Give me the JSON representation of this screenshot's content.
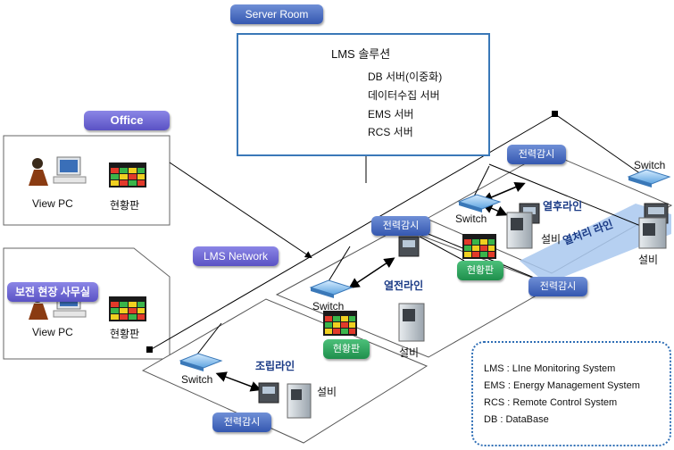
{
  "server_room": {
    "title": "Server Room",
    "solution_title": "LMS 솔루션",
    "servers": [
      "DB 서버(이중화)",
      "데이터수집 서버",
      "EMS 서버",
      "RCS 서버"
    ]
  },
  "office": {
    "title": "Office",
    "view_pc": "View PC",
    "status_board": "현황판"
  },
  "site_office": {
    "title": "보전 현장 사무실",
    "view_pc": "View PC",
    "status_board": "현황판"
  },
  "network": {
    "title": "LMS Network"
  },
  "lines": {
    "assembly": {
      "name": "조립라인",
      "switch": "Switch",
      "equipment": "설비",
      "power_monitor": "전력감시"
    },
    "pre_heat": {
      "name": "열전라인",
      "switch": "Switch",
      "equipment": "설비",
      "power_monitor": "전력감시",
      "status_board": "현황판"
    },
    "post_heat": {
      "name": "열후라인",
      "switch": "Switch",
      "equipment": "설비",
      "power_monitor": "전력감시",
      "status_board": "현황판"
    },
    "heat_treat": {
      "name": "열처리 라인",
      "switch": "Switch",
      "equipment": "설비",
      "power_monitor": "전력감시"
    }
  },
  "legend": {
    "items": [
      "LMS : LIne Monitoring System",
      "EMS : Energy Management System",
      "RCS : Remote Control System",
      "DB : DataBase"
    ]
  },
  "colors": {
    "pill_blue": "#3457b0",
    "pill_purple": "#5a52c4",
    "pill_green": "#1f8f4c",
    "heat_band": "#a9c8ee",
    "legend_border": "#2f6eb5"
  }
}
